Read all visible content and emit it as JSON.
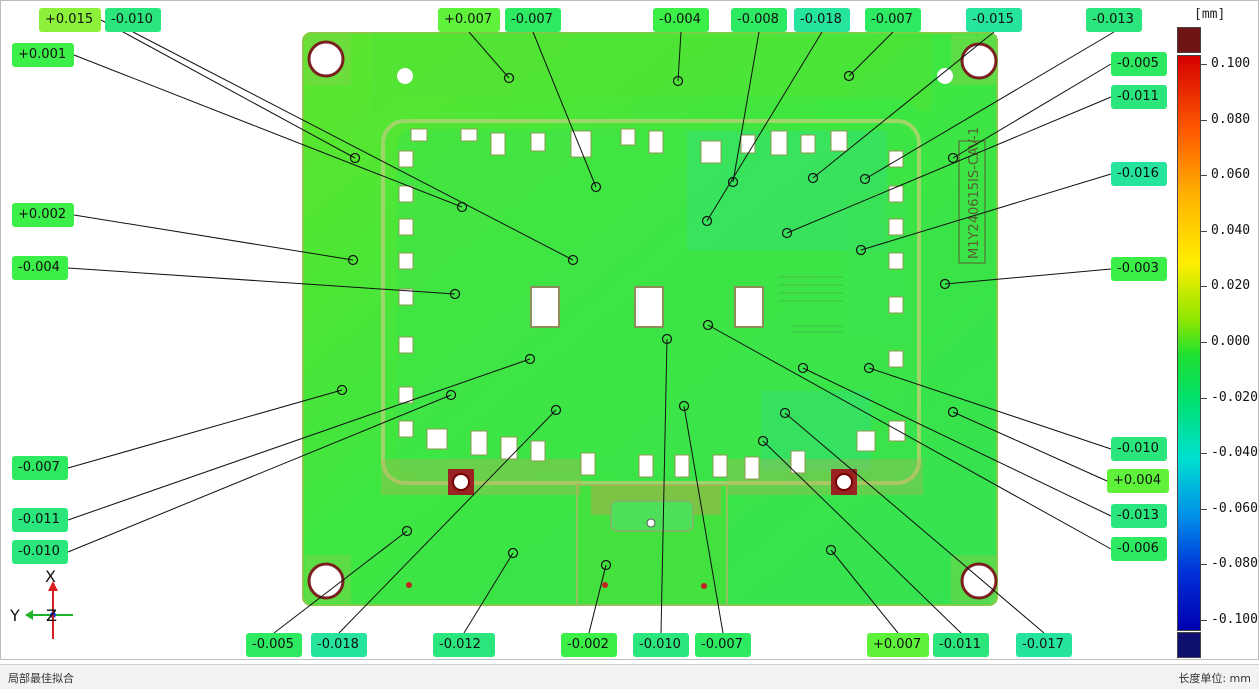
{
  "legend": {
    "unit": "[mm]",
    "ticks": [
      "0.100",
      "0.080",
      "0.060",
      "0.040",
      "0.020",
      "0.000",
      "-0.020",
      "-0.040",
      "-0.060",
      "-0.080",
      "-0.100"
    ],
    "colors": {
      "over": "#6e1414",
      "under": "#0e0f6e",
      "part": "#37e63a"
    }
  },
  "status": {
    "fit_mode": "局部最佳拟合",
    "unit_text": "长度单位: mm"
  },
  "axes": {
    "x": "X",
    "y": "Y",
    "z": "Z"
  },
  "callouts": [
    {
      "id": "c01",
      "value": "+0.015"
    },
    {
      "id": "c02",
      "value": "-0.010"
    },
    {
      "id": "c03",
      "value": "+0.001"
    },
    {
      "id": "c04",
      "value": "+0.007"
    },
    {
      "id": "c05",
      "value": "-0.007"
    },
    {
      "id": "c06",
      "value": "-0.004"
    },
    {
      "id": "c07",
      "value": "-0.008"
    },
    {
      "id": "c08",
      "value": "-0.018"
    },
    {
      "id": "c09",
      "value": "-0.007"
    },
    {
      "id": "c10",
      "value": "-0.015"
    },
    {
      "id": "c11",
      "value": "-0.013"
    },
    {
      "id": "c12",
      "value": "-0.005"
    },
    {
      "id": "c13",
      "value": "-0.011"
    },
    {
      "id": "c14",
      "value": "+0.002"
    },
    {
      "id": "c15",
      "value": "-0.016"
    },
    {
      "id": "c16",
      "value": "-0.004"
    },
    {
      "id": "c17",
      "value": "-0.003"
    },
    {
      "id": "c18",
      "value": "-0.007"
    },
    {
      "id": "c19",
      "value": "-0.010"
    },
    {
      "id": "c20",
      "value": "-0.011"
    },
    {
      "id": "c21",
      "value": "+0.004"
    },
    {
      "id": "c22",
      "value": "-0.010"
    },
    {
      "id": "c23",
      "value": "-0.013"
    },
    {
      "id": "c24",
      "value": "-0.006"
    },
    {
      "id": "c25",
      "value": "-0.005"
    },
    {
      "id": "c26",
      "value": "-0.018"
    },
    {
      "id": "c27",
      "value": "-0.012"
    },
    {
      "id": "c28",
      "value": "-0.002"
    },
    {
      "id": "c29",
      "value": "-0.010"
    },
    {
      "id": "c30",
      "value": "-0.007"
    },
    {
      "id": "c31",
      "value": "+0.007"
    },
    {
      "id": "c32",
      "value": "-0.011"
    },
    {
      "id": "c33",
      "value": "-0.017"
    }
  ]
}
